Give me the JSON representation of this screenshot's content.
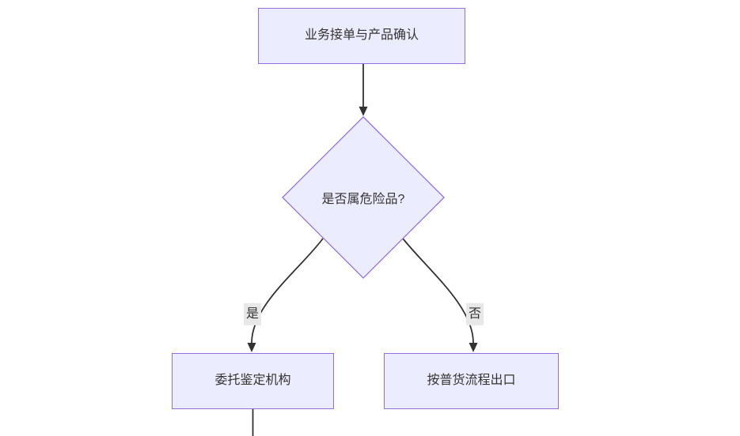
{
  "diagram": {
    "type": "flowchart",
    "direction": "top-down",
    "background_color": "#ffffff",
    "theme": {
      "node_fill": "#ECECFF",
      "node_border": "#9370DB",
      "edge_color": "#333333",
      "text_color": "#333333",
      "edge_label_background": "#e8e8e8"
    },
    "nodes": {
      "start": {
        "shape": "rectangle",
        "label": "业务接单与产品确认"
      },
      "decision": {
        "shape": "diamond",
        "label": "是否属危险品?"
      },
      "yes_target": {
        "shape": "rectangle",
        "label": "委托鉴定机构"
      },
      "no_target": {
        "shape": "rectangle",
        "label": "按普货流程出口"
      }
    },
    "edges": [
      {
        "from": "start",
        "to": "decision",
        "label": ""
      },
      {
        "from": "decision",
        "to": "yes_target",
        "label": "是"
      },
      {
        "from": "decision",
        "to": "no_target",
        "label": "否"
      },
      {
        "from": "yes_target",
        "to": "offscreen-below",
        "label": ""
      }
    ],
    "edge_labels": {
      "yes": "是",
      "no": "否"
    }
  }
}
